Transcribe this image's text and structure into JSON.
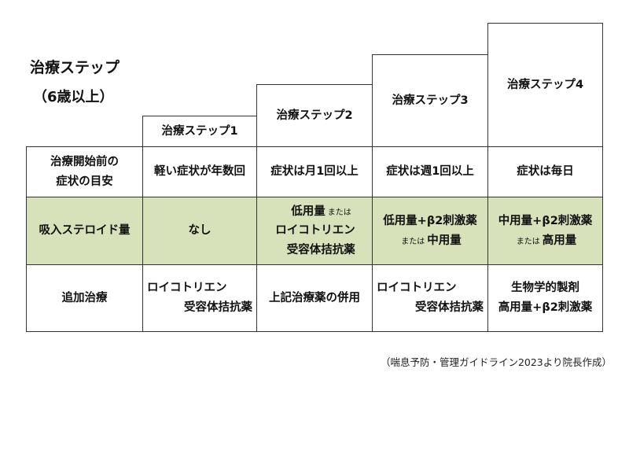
{
  "title": {
    "line1": "治療ステップ",
    "line2": "（6歳以上）"
  },
  "steps": [
    "治療ステップ1",
    "治療ステップ2",
    "治療ステップ3",
    "治療ステップ4"
  ],
  "rows": {
    "symptoms": {
      "label_line1": "治療開始前の",
      "label_line2": "症状の目安",
      "cells": [
        "軽い症状が年数回",
        "症状は月1回以上",
        "症状は週1回以上",
        "症状は毎日"
      ]
    },
    "steroid": {
      "label": "吸入ステロイド量",
      "c1": "なし",
      "c2": {
        "line1": "低用量",
        "small": "または",
        "line2": "ロイコトリエン",
        "line3": "受容体拮抗薬"
      },
      "c3": {
        "line1": "低用量+β2刺激薬",
        "small": "または",
        "line2": "中用量"
      },
      "c4": {
        "line1": "中用量+β2刺激薬",
        "small": "または",
        "line2": "高用量"
      }
    },
    "additional": {
      "label": "追加治療",
      "c1": {
        "line1": "ロイコトリエン",
        "line2": "受容体拮抗薬"
      },
      "c2": "上記治療薬の併用",
      "c3": {
        "line1": "ロイコトリエン",
        "line2": "受容体拮抗薬"
      },
      "c4": {
        "line1": "生物学的製剤",
        "line2": "高用量+β2刺激薬"
      }
    }
  },
  "source": "（喘息予防・管理ガイドライン2023より院長作成）",
  "colors": {
    "highlight": "#d7e2ba",
    "border": "#333333"
  }
}
